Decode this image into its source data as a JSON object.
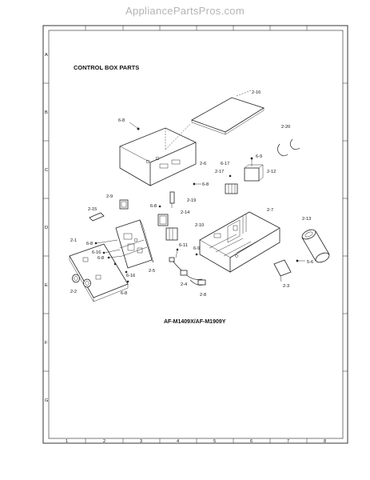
{
  "watermark": "AppliancePartsPros.com",
  "title": "CONTROL BOX PARTS",
  "model": "AF-M1409X/AF-M1909Y",
  "border": {
    "left_letters": [
      "A",
      "B",
      "C",
      "D",
      "E",
      "F",
      "G"
    ],
    "bottom_numbers": [
      "1",
      "2",
      "3",
      "4",
      "5",
      "6",
      "7",
      "8"
    ]
  },
  "callouts": {
    "c216": "2-16",
    "c68a": "6-8",
    "c220": "2-20",
    "c26": "2-6",
    "c69a": "6-9",
    "c617": "6-17",
    "c217": "2-17",
    "c212": "2-12",
    "c68b": "6-8",
    "c29": "2-9",
    "c219": "2-19",
    "c68c": "6-8",
    "c214": "2-14",
    "c27": "2-7",
    "c215": "2-15",
    "c210": "2-10",
    "c213": "2-13",
    "c21": "2-1",
    "c68d": "6-8",
    "c616a": "6-16",
    "c68e": "6-8",
    "c611": "6-11",
    "c69b": "6-9",
    "c56": "5-6",
    "c25": "2-5",
    "c24": "2-4",
    "c616b": "6-16",
    "c22": "2-2",
    "c68f": "6-8",
    "c28": "2-8",
    "c23": "2-3"
  }
}
